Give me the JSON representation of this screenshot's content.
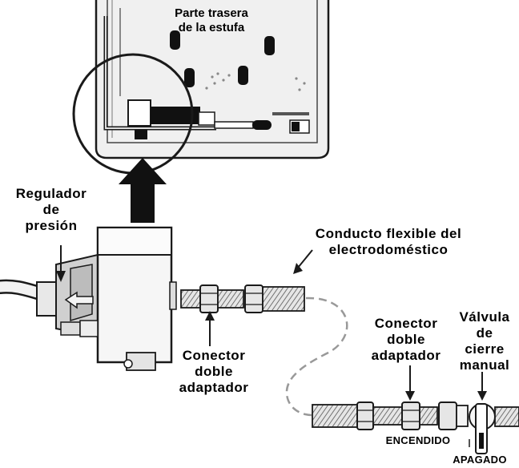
{
  "labels": {
    "stove_back": "Parte trasera\nde la estufa",
    "pressure_regulator": "Regulador\nde\npresión",
    "flex_connector": "Conducto flexible del\nelectrodoméstico",
    "double_adapter_left": "Conector\ndoble\nadaptador",
    "double_adapter_right": "Conector\ndoble\nadaptador",
    "shutoff_valve": "Válvula\nde\ncierre\nmanual",
    "on_position": "ENCENDIDO",
    "off_position": "APAGADO"
  },
  "colors": {
    "line": "#1a1a1a",
    "panel": "#f2f2f2",
    "grey": "#c8c8c8",
    "dark": "#111111"
  }
}
